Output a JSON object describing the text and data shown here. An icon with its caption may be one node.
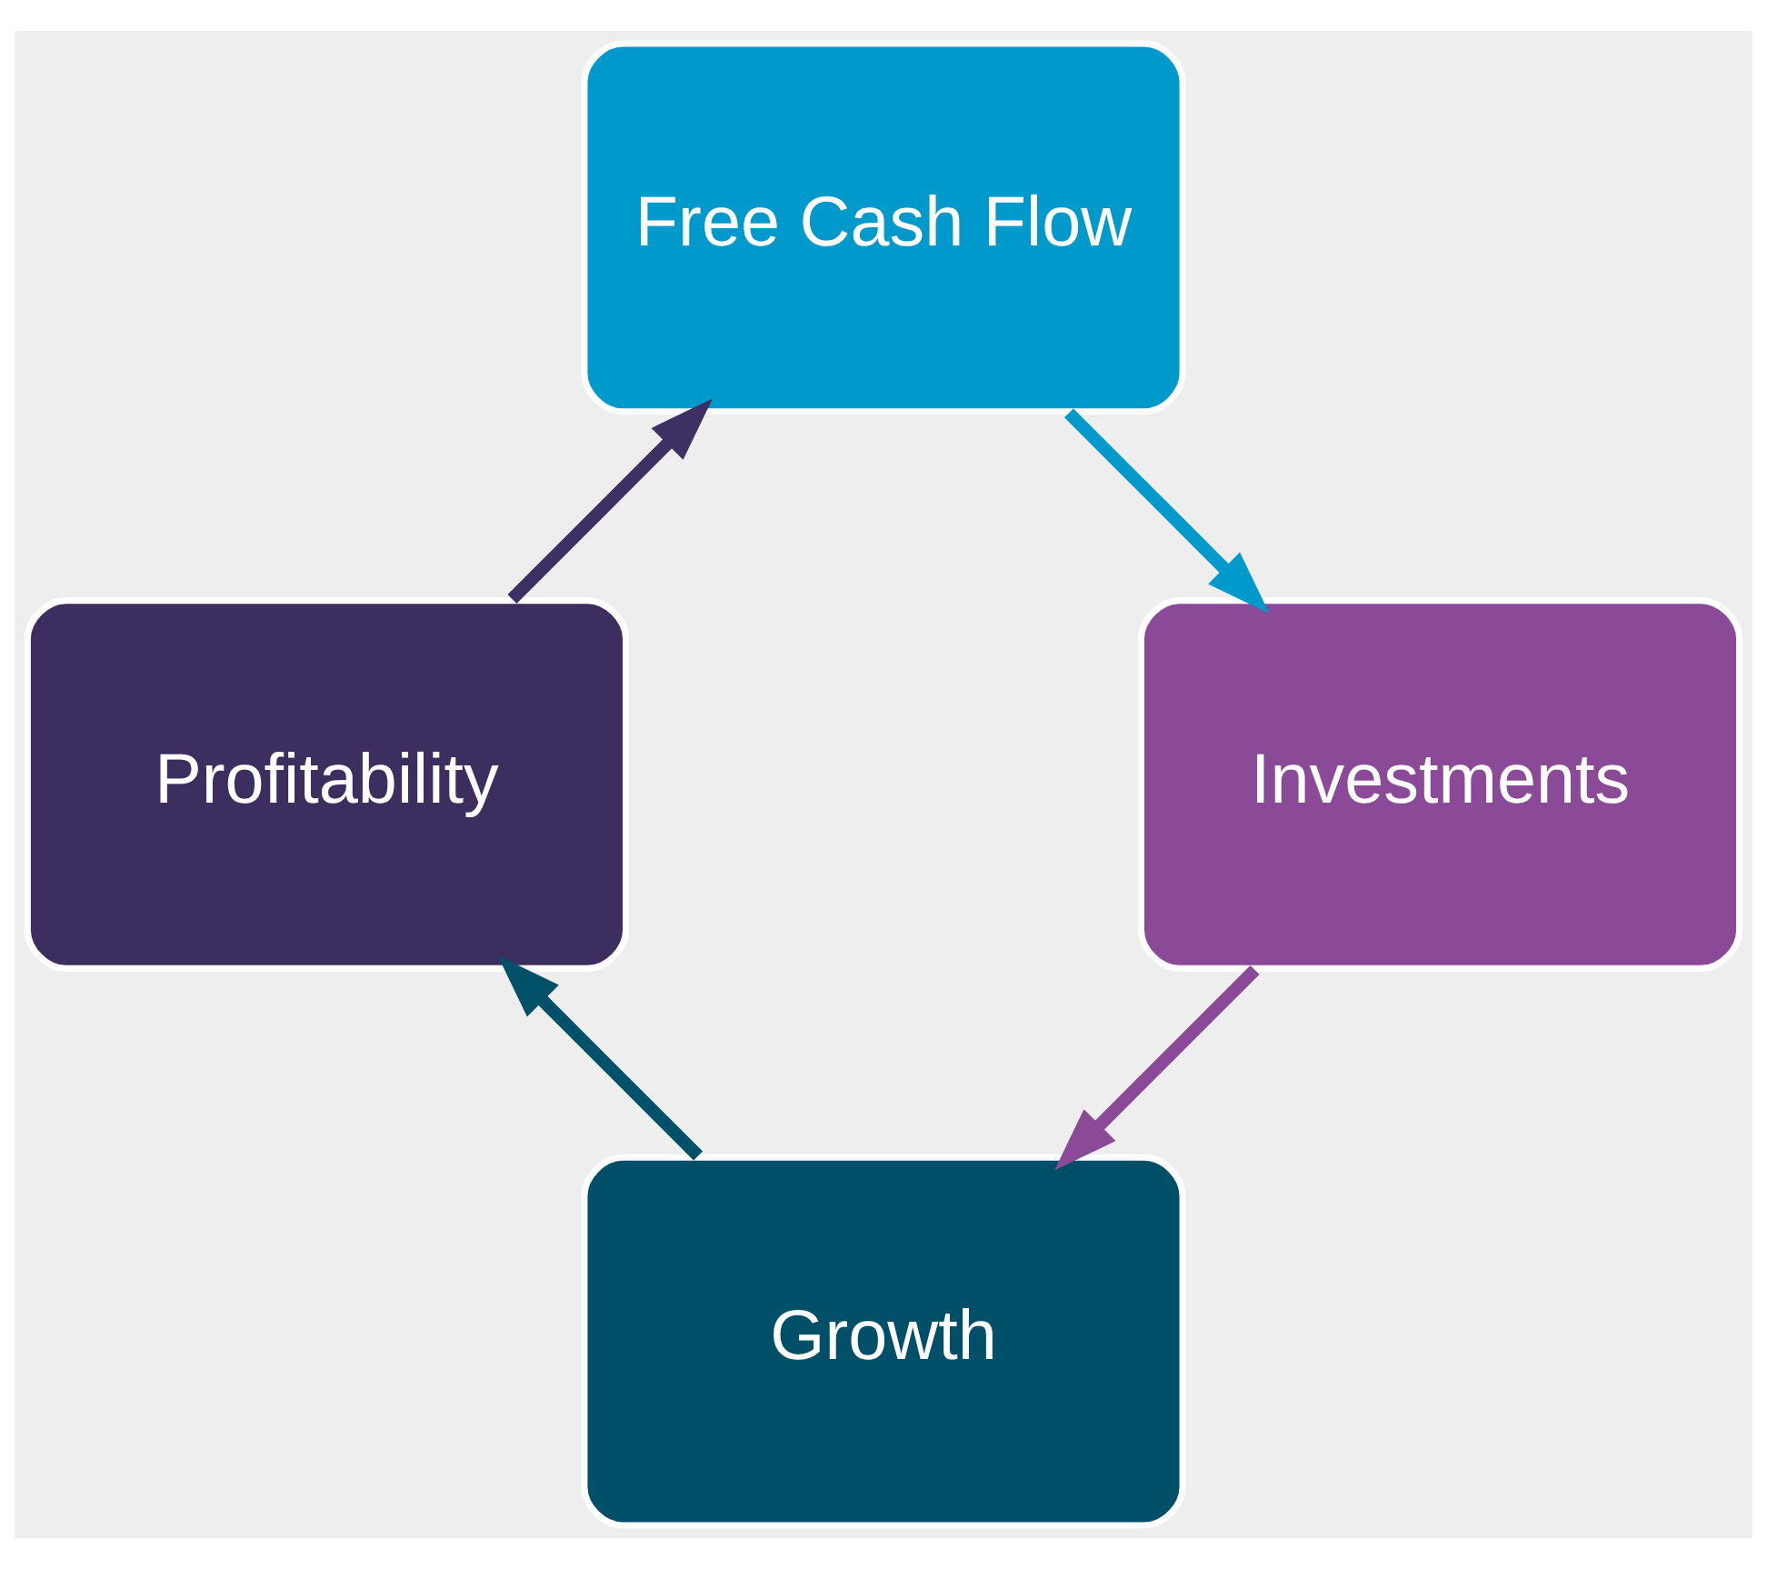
{
  "diagram": {
    "nodes": [
      {
        "text": [
          "Growth"
        ]
      },
      {
        "text": [
          "Profitability"
        ]
      },
      {
        "text": [
          "Free Cash Flow"
        ]
      },
      {
        "text": [
          "Investments"
        ]
      }
    ],
    "edges": [
      {
        "from": 0,
        "to": 1,
        "arrow": "to",
        "color": "#00506a"
      },
      {
        "from": 1,
        "to": 2,
        "arrow": "to",
        "color": "#3d3163"
      },
      {
        "from": 2,
        "to": 3,
        "arrow": "to",
        "color": "#0099cc"
      },
      {
        "from": 3,
        "to": 0,
        "arrow": "to",
        "color": "#8b4a98"
      }
    ]
  }
}
